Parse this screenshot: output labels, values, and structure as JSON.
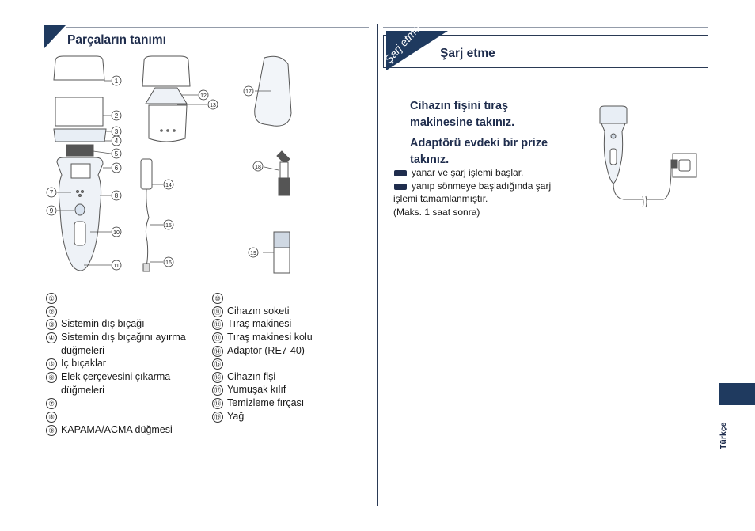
{
  "left": {
    "section_title": "Parçaların tanımı",
    "legend_left": [
      {
        "num": "①",
        "text": ""
      },
      {
        "num": "②",
        "text": ""
      },
      {
        "num": "③",
        "text": "Sistemin dış bıçağı"
      },
      {
        "num": "④",
        "text": "Sistemin dış bıçağını ayırma\ndüğmeleri"
      },
      {
        "num": "⑤",
        "text": "İç bıçaklar"
      },
      {
        "num": "⑥",
        "text": "Elek çerçevesini çıkarma\ndüğmeleri"
      },
      {
        "num": "⑦",
        "text": ""
      },
      {
        "num": "⑧",
        "text": ""
      },
      {
        "num": "⑨",
        "text": "KAPAMA/ACMA düğmesi"
      }
    ],
    "legend_right": [
      {
        "num": "⑩",
        "text": ""
      },
      {
        "num": "⑪",
        "text": "Cihazın soketi"
      },
      {
        "num": "⑫",
        "text": "Tıraş makinesi"
      },
      {
        "num": "⑬",
        "text": "Tıraş makinesi kolu"
      },
      {
        "num": "⑭",
        "text": "Adaptör (RE7-40)"
      },
      {
        "num": "⑮",
        "text": ""
      },
      {
        "num": "⑯",
        "text": "Cihazın fişi"
      },
      {
        "num": "⑰",
        "text": "Yumuşak kılıf"
      },
      {
        "num": "⑱",
        "text": "Temizleme fırçası"
      },
      {
        "num": "⑲",
        "text": "Yağ"
      }
    ],
    "callouts": [
      "①",
      "②",
      "③",
      "④",
      "⑤",
      "⑥",
      "⑦",
      "⑧",
      "⑨",
      "⑩",
      "⑪",
      "⑫",
      "⑬",
      "⑭",
      "⑮",
      "⑯",
      "⑰",
      "⑱",
      "⑲"
    ]
  },
  "right": {
    "corner_label": "Şarj etme",
    "section_title": "Şarj etme",
    "step1": "Cihazın fişini tıraş\nmakinesine takınız.",
    "step2": "Adaptörü evdeki bir prize\ntakınız.",
    "note1": "yanar ve şarj işlemi başlar.",
    "note2": "yanıp sönmeye başladığında şarj",
    "note3": "işlemi tamamlanmıştır.",
    "note4": "(Maks. 1 saat sonra)"
  },
  "side_label": "Türkçe",
  "colors": {
    "accent": "#1f3a5f",
    "text": "#1a1a1a",
    "title": "#1f2d4d"
  }
}
